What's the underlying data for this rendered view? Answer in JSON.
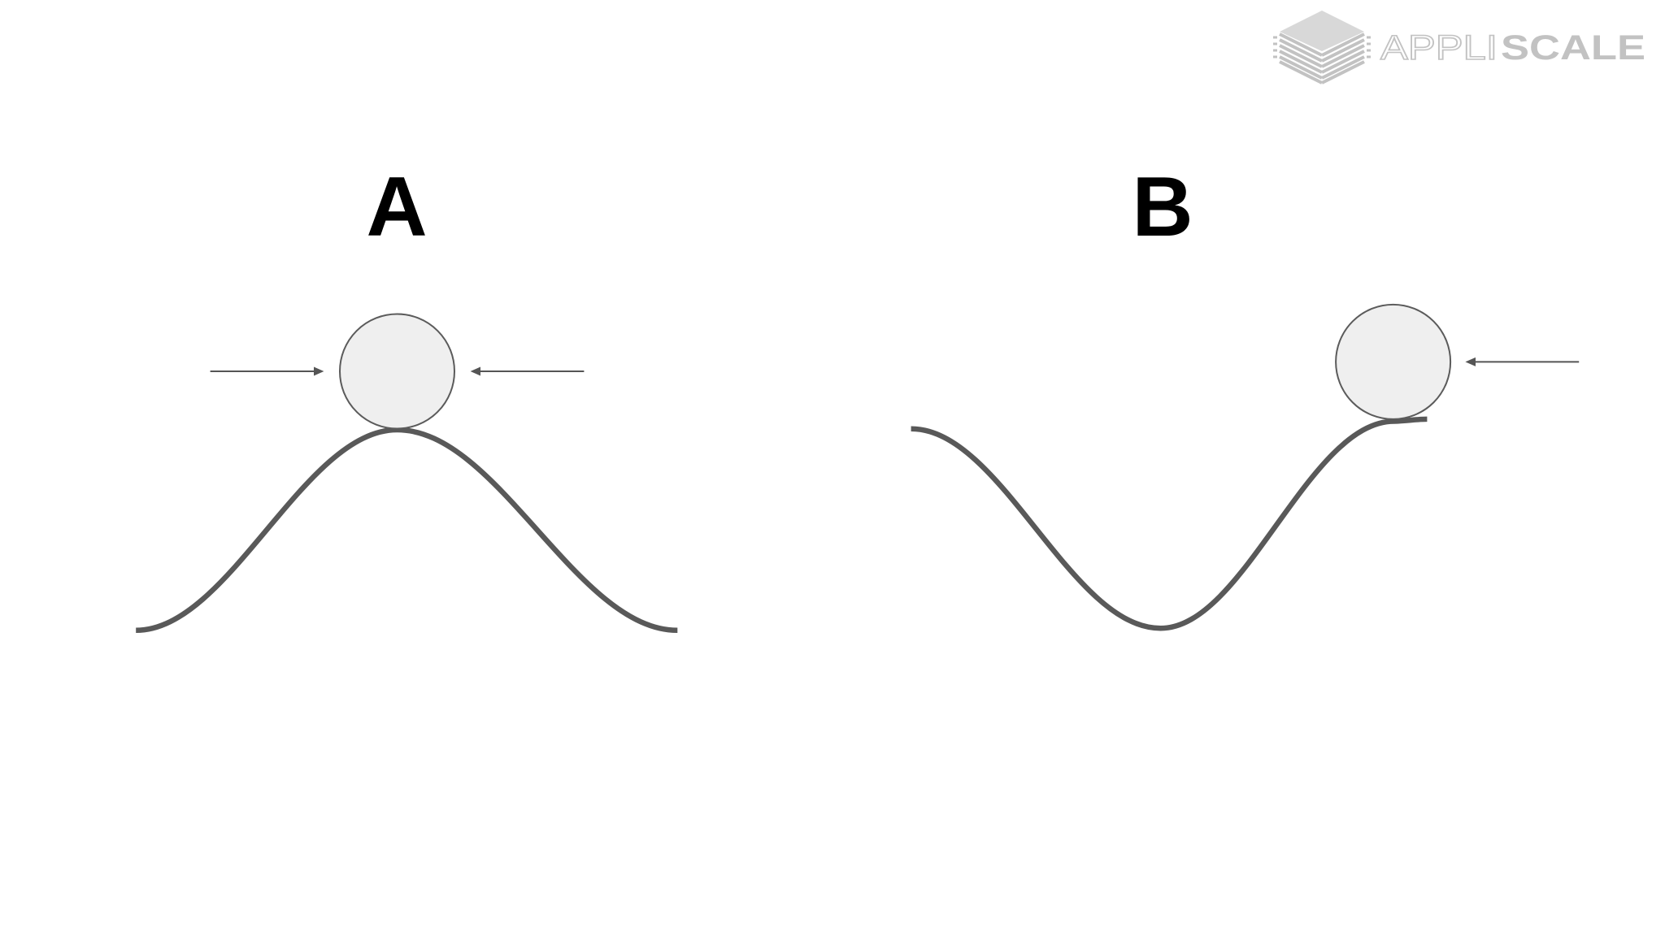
{
  "logo": {
    "icon": "appliscale-hexagon-icon",
    "wordmark_light": "APPLI",
    "wordmark_bold": "SCALE"
  },
  "panels": {
    "a": {
      "label": "A"
    },
    "b": {
      "label": "B"
    }
  },
  "icons": {
    "arrow": "arrow-icon",
    "ball": "circle-icon"
  },
  "colors": {
    "background": "#ffffff",
    "label": "#000000",
    "curve": "#595959",
    "ball_fill": "#efefef",
    "ball_stroke": "#5b5b5b",
    "arrow": "#555555",
    "logo": "#c2c2c2",
    "logo_top": "#d8d8d8"
  }
}
